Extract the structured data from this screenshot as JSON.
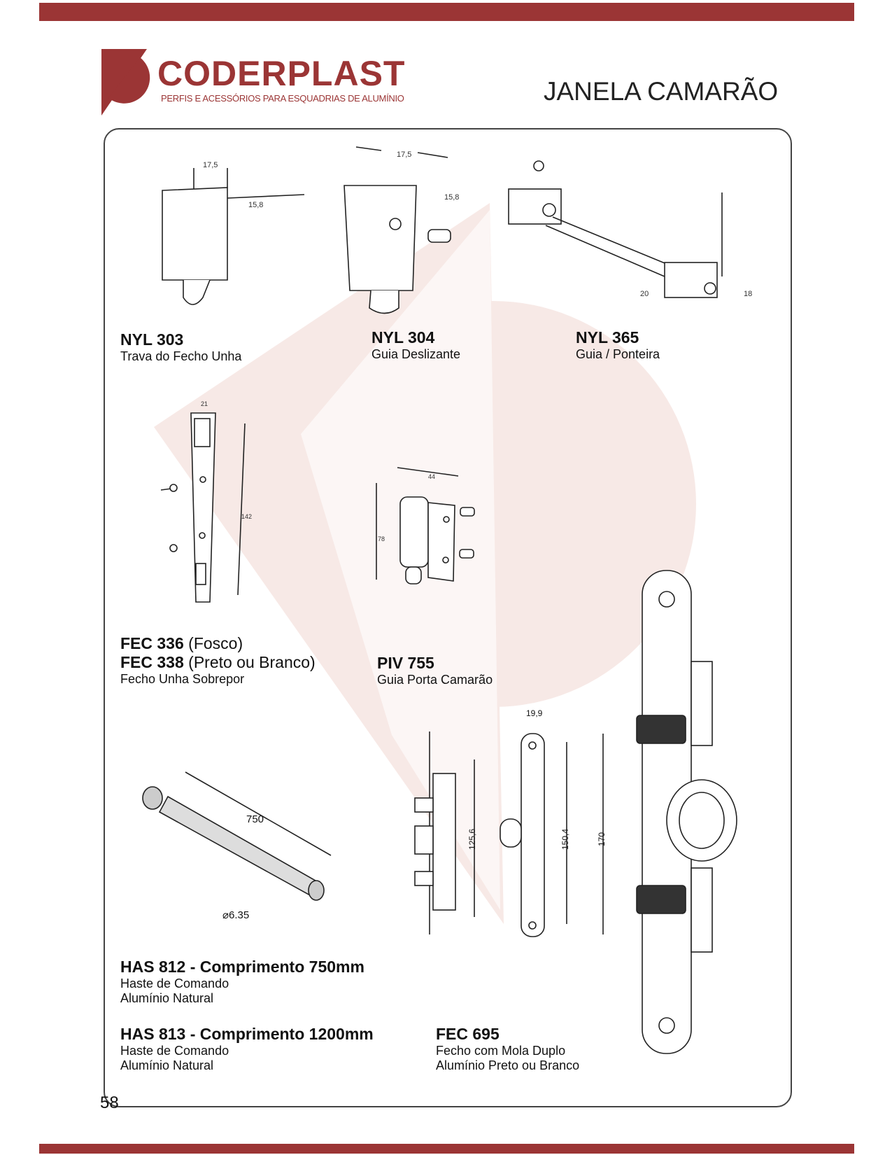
{
  "header": {
    "brand": "CODERPLAST",
    "tagline": "PERFIS E ACESSÓRIOS PARA ESQUADRIAS DE ALUMÍNIO",
    "title": "JANELA CAMARÃO"
  },
  "products": [
    {
      "code": "NYL 303",
      "lines": [
        "Trava do Fecho Unha"
      ],
      "dims": [
        "17,5",
        "15,8"
      ]
    },
    {
      "code": "NYL 304",
      "lines": [
        "Guia Deslizante"
      ],
      "dims": [
        "17,5",
        "15,8"
      ]
    },
    {
      "code": "NYL 365",
      "lines": [
        "Guia / Ponteira"
      ],
      "dims": [
        "20",
        "18"
      ]
    },
    {
      "code": "FEC 336",
      "code_suffix": "(Fosco)",
      "code2": "FEC 338",
      "code2_suffix": "(Preto ou Branco)",
      "lines": [
        "Fecho Unha Sobrepor"
      ],
      "dims": [
        "21",
        "142"
      ]
    },
    {
      "code": "PIV 755",
      "lines": [
        "Guia Porta Camarão"
      ],
      "dims": [
        "44",
        "78"
      ]
    },
    {
      "code": "HAS 812 - Comprimento 750mm",
      "lines": [
        "Haste de Comando",
        "Alumínio Natural"
      ],
      "dims": [
        "750",
        "⌀6.35"
      ]
    },
    {
      "code": "HAS 813 - Comprimento 1200mm",
      "lines": [
        "Haste de Comando",
        "Alumínio Natural"
      ]
    },
    {
      "code": "FEC 695",
      "lines": [
        "Fecho com Mola Duplo",
        "Alumínio Preto ou Branco"
      ],
      "dims": [
        "19,9",
        "125,6",
        "150,4",
        "170"
      ]
    }
  ],
  "footer": {
    "page_number": "58"
  },
  "colors": {
    "brand": "#9b3535",
    "watermark": "#f6e6e2"
  }
}
